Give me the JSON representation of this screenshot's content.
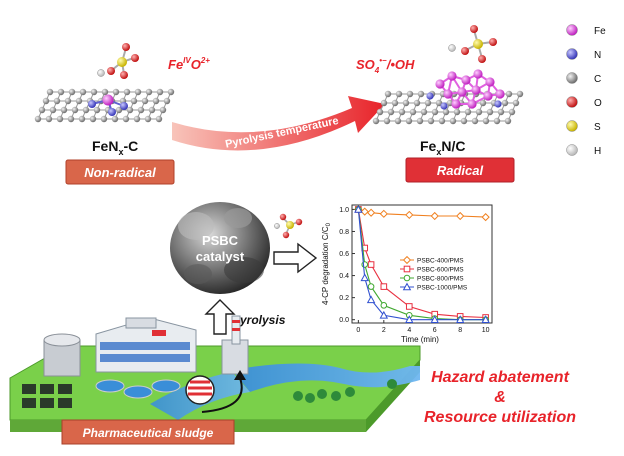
{
  "top": {
    "left_species": "FeIVO2+",
    "left_species_parts": {
      "base": "Fe",
      "sup": "IV",
      "tail": "O",
      "sup2": "2+"
    },
    "right_species": "SO4•−/•OH",
    "right_species_parts": {
      "a": "SO",
      "sub": "4",
      "sup": "•−",
      "b": "/•OH"
    },
    "left_material": {
      "base": "FeN",
      "sub": "x",
      "tail": "-C"
    },
    "right_material": {
      "base": "Fe",
      "sub": "x",
      "tail": "N/C"
    },
    "arrow_label": "Pyrolysis temperature",
    "left_mechanism": "Non-radical",
    "right_mechanism": "Radical"
  },
  "legend": {
    "items": [
      {
        "symbol": "Fe",
        "color": "#e040e0"
      },
      {
        "symbol": "N",
        "color": "#5a5ad8"
      },
      {
        "symbol": "C",
        "color": "#8c8c8c"
      },
      {
        "symbol": "O",
        "color": "#e02020"
      },
      {
        "symbol": "S",
        "color": "#f0e020"
      },
      {
        "symbol": "H",
        "color": "#ffffff"
      }
    ]
  },
  "middle": {
    "catalyst_label_line1": "PSBC",
    "catalyst_label_line2": "catalyst",
    "pyrolysis_label": "Pyrolysis"
  },
  "chart_data": {
    "type": "line",
    "xlabel": "Time (min)",
    "ylabel": "4-CP degradation C/C0",
    "ylabel_parts": {
      "base": "4-CP degradation C/C",
      "sub": "0"
    },
    "xlim": [
      -0.5,
      10.5
    ],
    "ylim": [
      -0.03,
      1.04
    ],
    "xticks": [
      0,
      2,
      4,
      6,
      8,
      10
    ],
    "yticks": [
      0.0,
      0.2,
      0.4,
      0.6,
      0.8,
      1.0
    ],
    "ytick_labels": [
      "0.0",
      "0.2",
      "0.4",
      "0.6",
      "0.8",
      "1.0"
    ],
    "legend_position": "center-right",
    "series": [
      {
        "name": "PSBC-400/PMS",
        "color": "#f08020",
        "marker": "diamond",
        "x": [
          0,
          0.5,
          1,
          2,
          4,
          6,
          8,
          10
        ],
        "y": [
          1.0,
          0.98,
          0.97,
          0.96,
          0.95,
          0.94,
          0.94,
          0.93
        ]
      },
      {
        "name": "PSBC-600/PMS",
        "color": "#e83040",
        "marker": "square",
        "x": [
          0,
          0.5,
          1,
          2,
          4,
          6,
          8,
          10
        ],
        "y": [
          1.0,
          0.65,
          0.5,
          0.3,
          0.12,
          0.05,
          0.03,
          0.02
        ]
      },
      {
        "name": "PSBC-800/PMS",
        "color": "#40a830",
        "marker": "circle",
        "x": [
          0,
          0.5,
          1,
          2,
          4,
          6,
          8,
          10
        ],
        "y": [
          1.0,
          0.5,
          0.3,
          0.13,
          0.04,
          0.01,
          0.0,
          0.0
        ]
      },
      {
        "name": "PSBC-1000/PMS",
        "color": "#3050d0",
        "marker": "triangle",
        "x": [
          0,
          0.5,
          1,
          2,
          4,
          6,
          8,
          10
        ],
        "y": [
          1.0,
          0.38,
          0.18,
          0.04,
          0.0,
          0.0,
          0.0,
          0.0
        ]
      }
    ]
  },
  "bottom": {
    "sludge_label": "Pharmaceutical sludge",
    "slogan_line1": "Hazard abatement",
    "slogan_line2": "&",
    "slogan_line3": "Resource utilization"
  },
  "colors": {
    "accent_red": "#e8232a",
    "nonradical_bg": "#d9664a",
    "radical_bg": "#e03036",
    "arrow_start": "#f4a79a",
    "arrow_end": "#e8232a",
    "water": "#3a8ed8",
    "grass": "#6cc24a"
  }
}
